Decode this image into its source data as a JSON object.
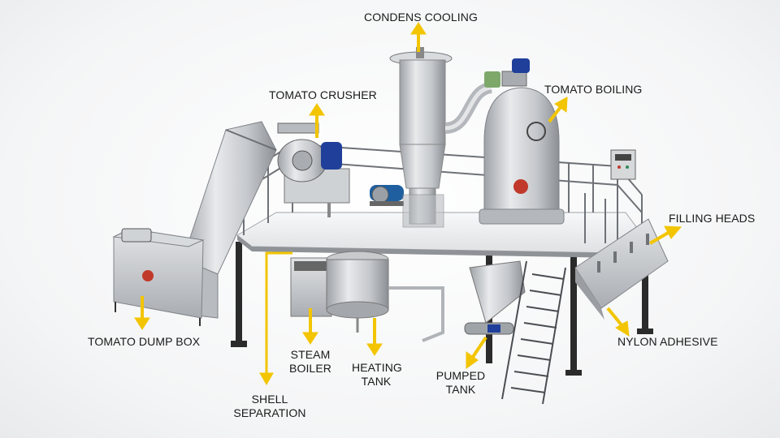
{
  "labels": {
    "condens_cooling": "CONDENS COOLING",
    "tomato_crusher": "TOMATO CRUSHER",
    "tomato_boiling": "TOMATO BOILING",
    "filling_heads": "FILLING HEADS",
    "tomato_dump_box": "TOMATO DUMP BOX",
    "nylon_adhesive": "NYLON ADHESIVE",
    "steam_boiler_l1": "STEAM",
    "steam_boiler_l2": "BOILER",
    "heating_tank_l1": "HEATING",
    "heating_tank_l2": "TANK",
    "pumped_tank_l1": "PUMPED",
    "pumped_tank_l2": "TANK",
    "shell_separation_l1": "SHELL",
    "shell_separation_l2": "SEPARATION"
  },
  "colors": {
    "arrow": "#f2c500",
    "steel": "#c9ccd0",
    "frame": "#2a2a2a",
    "motor": "#1f3f9a",
    "brand": "#c0392b"
  }
}
